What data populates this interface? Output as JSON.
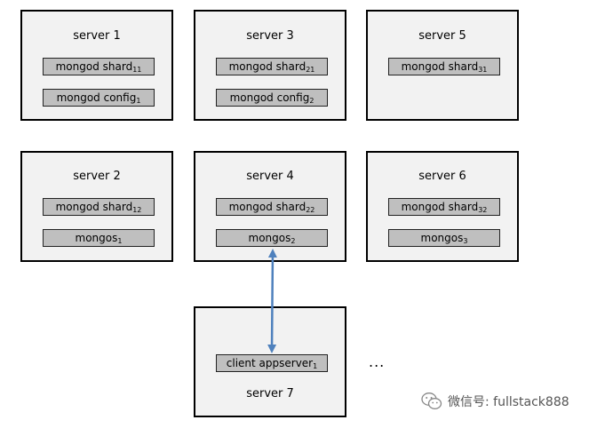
{
  "servers": [
    {
      "label": "server 1",
      "processes": [
        {
          "name": "mongod shard",
          "sub": "11"
        },
        {
          "name": "mongod config",
          "sub": "1"
        }
      ]
    },
    {
      "label": "server 3",
      "processes": [
        {
          "name": "mongod shard",
          "sub": "21"
        },
        {
          "name": "mongod config",
          "sub": "2"
        }
      ]
    },
    {
      "label": "server 5",
      "processes": [
        {
          "name": "mongod shard",
          "sub": "31"
        }
      ]
    },
    {
      "label": "server 2",
      "processes": [
        {
          "name": "mongod shard",
          "sub": "12"
        },
        {
          "name": "mongos",
          "sub": "1"
        }
      ]
    },
    {
      "label": "server 4",
      "processes": [
        {
          "name": "mongod shard",
          "sub": "22"
        },
        {
          "name": "mongos",
          "sub": "2"
        }
      ]
    },
    {
      "label": "server 6",
      "processes": [
        {
          "name": "mongod shard",
          "sub": "32"
        },
        {
          "name": "mongos",
          "sub": "3"
        }
      ]
    },
    {
      "label": "server 7",
      "processes": [
        {
          "name": "client appserver",
          "sub": "1"
        }
      ]
    }
  ],
  "ellipsis": "...",
  "watermark": {
    "text": "微信号: fullstack888",
    "icon": "wechat-logo"
  },
  "colors": {
    "box_fill": "#f2f2f2",
    "process_fill": "#bfbfbf",
    "arrow": "#4f81bd"
  }
}
